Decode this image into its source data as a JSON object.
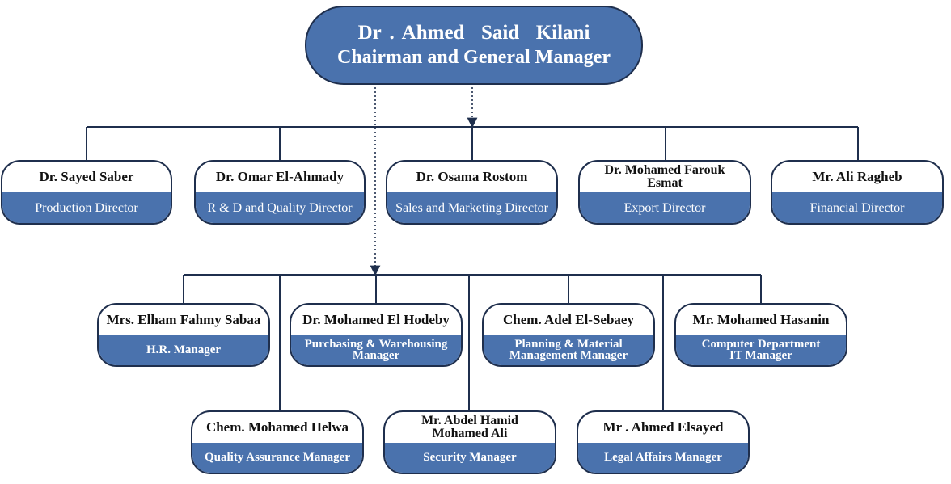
{
  "chairman": {
    "name": "Dr . Ahmed  Said  Kilani",
    "title": "Chairman and General Manager"
  },
  "directors": [
    {
      "name": "Dr. Sayed Saber",
      "role": "Production Director"
    },
    {
      "name": "Dr. Omar El-Ahmady",
      "role": "R & D and Quality Director"
    },
    {
      "name": "Dr. Osama Rostom",
      "role": "Sales and Marketing Director"
    },
    {
      "name_line1": "Dr. Mohamed Farouk",
      "name_line2": "Esmat",
      "role": "Export Director"
    },
    {
      "name": "Mr. Ali Ragheb",
      "role": "Financial Director"
    }
  ],
  "managers_row1": [
    {
      "name": "Mrs. Elham Fahmy Sabaa",
      "role": "H.R. Manager"
    },
    {
      "name": "Dr. Mohamed El Hodeby",
      "role_line1": "Purchasing & Warehousing",
      "role_line2": "Manager"
    },
    {
      "name": "Chem. Adel El-Sebaey",
      "role_line1": "Planning & Material",
      "role_line2": "Management Manager"
    },
    {
      "name": "Mr. Mohamed Hasanin",
      "role_line1": "Computer Department",
      "role_line2": "IT Manager"
    }
  ],
  "managers_row2": [
    {
      "name": "Chem. Mohamed Helwa",
      "role": "Quality Assurance Manager"
    },
    {
      "name_line1": "Mr. Abdel Hamid",
      "name_line2": "Mohamed Ali",
      "role": "Security Manager"
    },
    {
      "name": "Mr . Ahmed Elsayed",
      "role": "Legal Affairs Manager"
    }
  ]
}
